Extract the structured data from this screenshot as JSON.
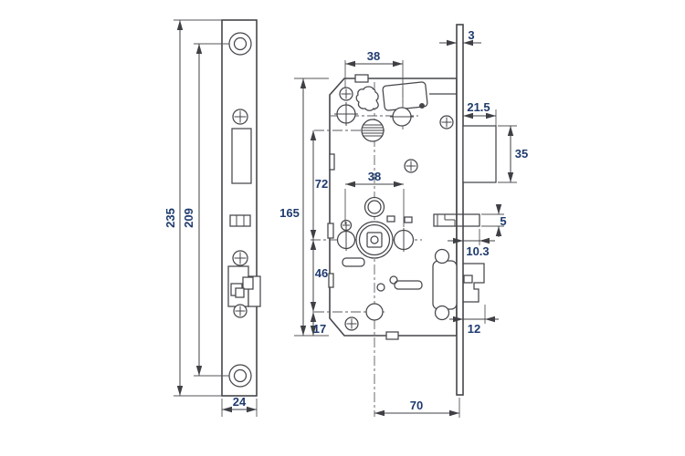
{
  "page": {
    "background": "#ffffff",
    "subject": "mortise lock dimensional drawing"
  },
  "style": {
    "line_color": "#45464a",
    "dimension_text_color": "#1e3a6e"
  },
  "views": {
    "front": {
      "name": "faceplate front view",
      "dims": {
        "total_height": "235",
        "screw_spacing": "209",
        "plate_width": "24"
      }
    },
    "case": {
      "name": "lock case view",
      "dims": {
        "case_height": "165",
        "top_hole_spacing": "38",
        "hub_hole_spacing": "38",
        "cylinder_to_spindle": "72",
        "spindle_to_lower_hole": "46",
        "lower_hole_to_bottom": "17"
      }
    },
    "side": {
      "name": "side profile view",
      "dims": {
        "faceplate_thickness": "3",
        "latch_housing_depth": "21.5",
        "latch_housing_height": "35",
        "latch_bolt_thickness": "5",
        "latch_projection": "10.3",
        "deadbolt_projection": "12",
        "backset_depth": "70"
      }
    }
  }
}
